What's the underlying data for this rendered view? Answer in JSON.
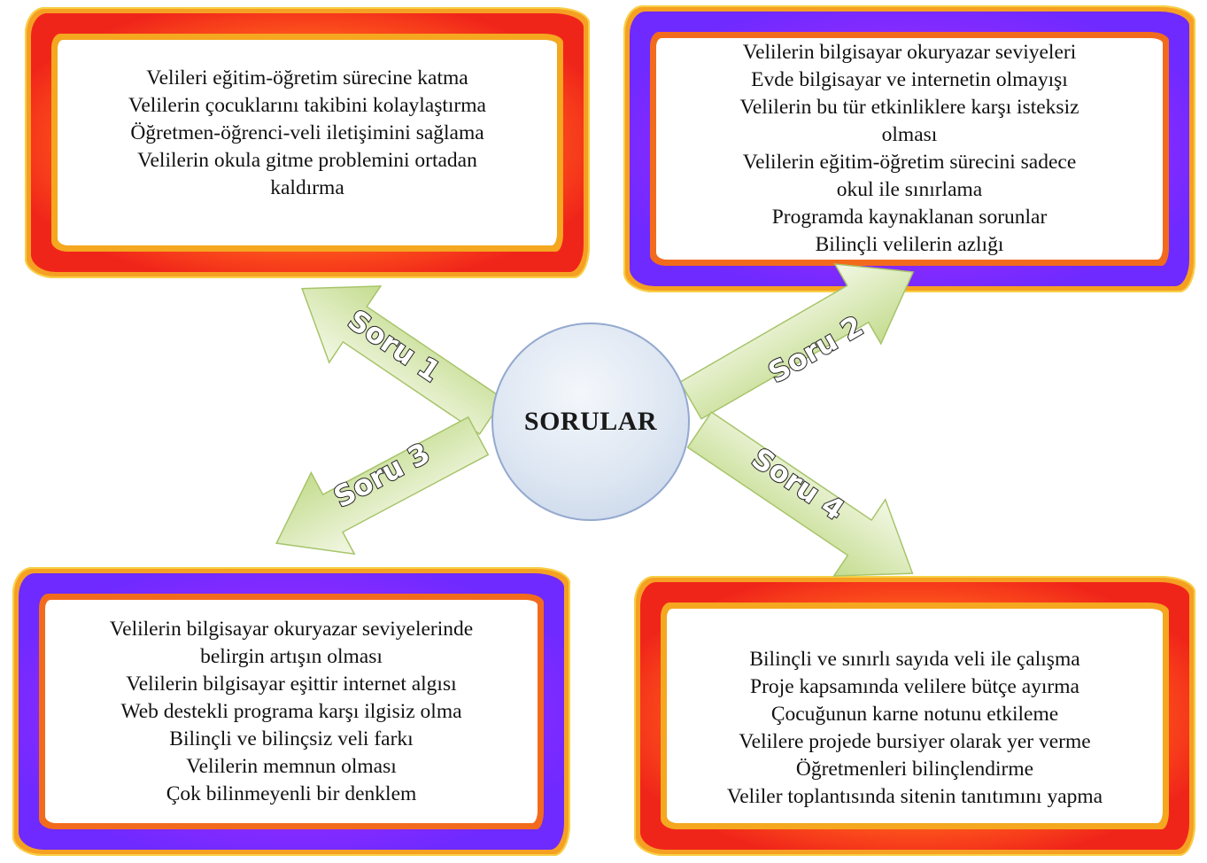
{
  "center": {
    "title": "SORULAR"
  },
  "arrows": [
    {
      "label": "Soru 1"
    },
    {
      "label": "Soru 2"
    },
    {
      "label": "Soru 3"
    },
    {
      "label": "Soru 4"
    }
  ],
  "boxes": {
    "top_left": {
      "lines": [
        "Velileri eğitim-öğretim sürecine katma",
        "Velilerin çocuklarını takibini kolaylaştırma",
        "Öğretmen-öğrenci-veli iletişimini sağlama",
        "Velilerin okula gitme problemini ortadan",
        "kaldırma"
      ]
    },
    "top_right": {
      "lines": [
        "Velilerin bilgisayar okuryazar seviyeleri",
        "Evde bilgisayar ve internetin olmayışı",
        "Velilerin bu tür etkinliklere karşı isteksiz",
        "olması",
        "Velilerin eğitim-öğretim sürecini sadece",
        "okul ile sınırlama",
        "Programda kaynaklanan sorunlar",
        "Bilinçli velilerin azlığı"
      ]
    },
    "bottom_left": {
      "lines": [
        "Velilerin bilgisayar okuryazar seviyelerinde",
        "belirgin artışın olması",
        "Velilerin bilgisayar eşittir internet algısı",
        "Web destekli programa karşı ilgisiz olma",
        "Bilinçli ve bilinçsiz veli farkı",
        "Velilerin memnun olması",
        "Çok bilinmeyenli bir denklem"
      ]
    },
    "bottom_right": {
      "lines": [
        "Bilinçli ve sınırlı sayıda veli ile çalışma",
        "Proje kapsamında velilere bütçe ayırma",
        "Çocuğunun karne notunu etkileme",
        "Velilere projede bursiyer olarak yer verme",
        "Öğretmenleri bilinçlendirme",
        "Veliler toplantısında sitenin tanıtımını yapma"
      ]
    }
  },
  "colors": {
    "red_frame": "#f0251a",
    "purple_frame": "#7a2bff",
    "arrow_fill": "#d4e6a8",
    "circle_fill": "#dde6f2"
  }
}
